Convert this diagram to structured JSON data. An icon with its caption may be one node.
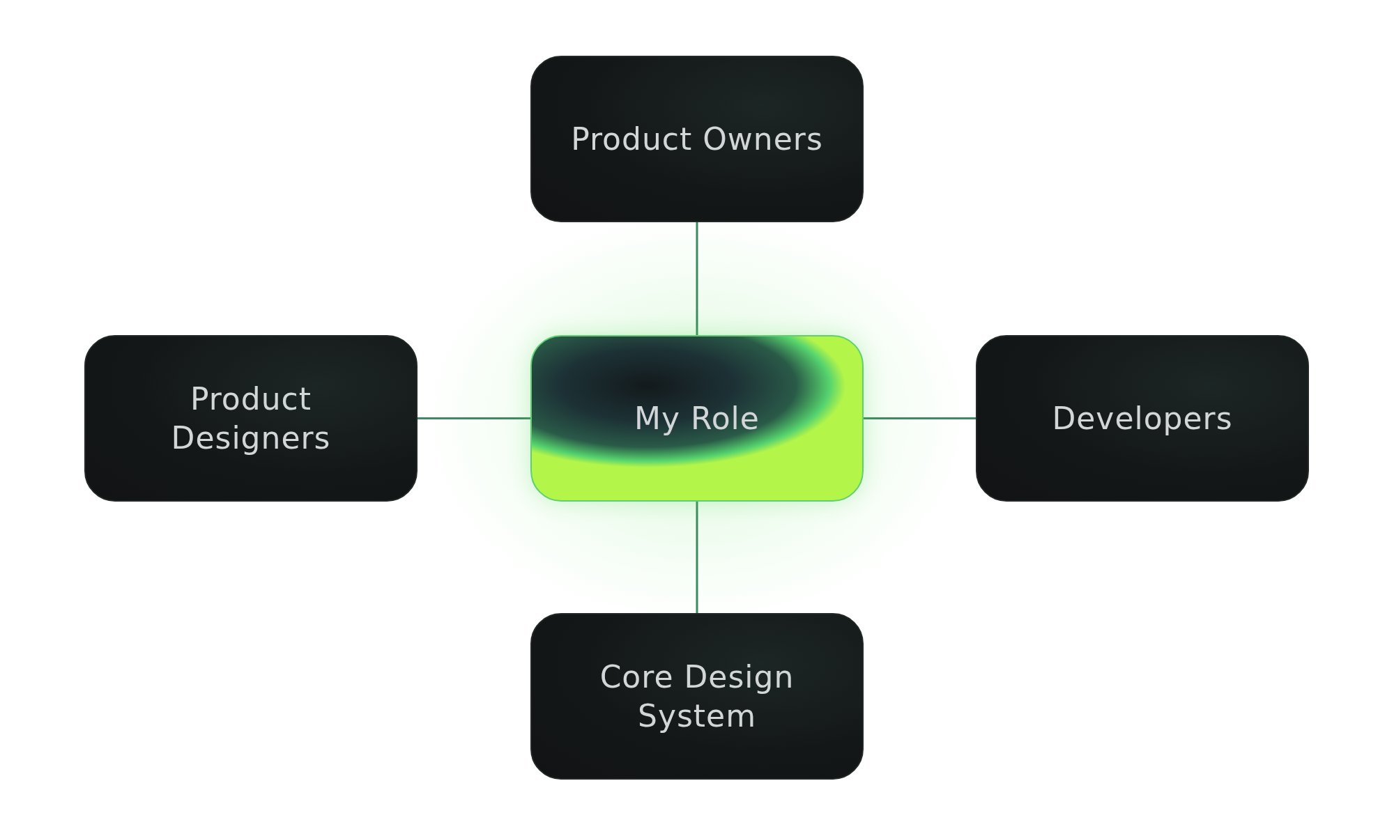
{
  "diagram": {
    "nodes": [
      {
        "text": [
          "Product Owners"
        ]
      },
      {
        "text": [
          "Product Designers"
        ]
      },
      {
        "text": [
          "My Role"
        ]
      },
      {
        "text": [
          "Developers"
        ]
      },
      {
        "text": [
          "Core Design System"
        ]
      }
    ],
    "edges": [
      {
        "from": 2,
        "to": 0,
        "arrow": "none"
      },
      {
        "from": 2,
        "to": 1,
        "arrow": "none"
      },
      {
        "from": 2,
        "to": 3,
        "arrow": "none"
      },
      {
        "from": 2,
        "to": 4,
        "arrow": "none"
      }
    ]
  }
}
